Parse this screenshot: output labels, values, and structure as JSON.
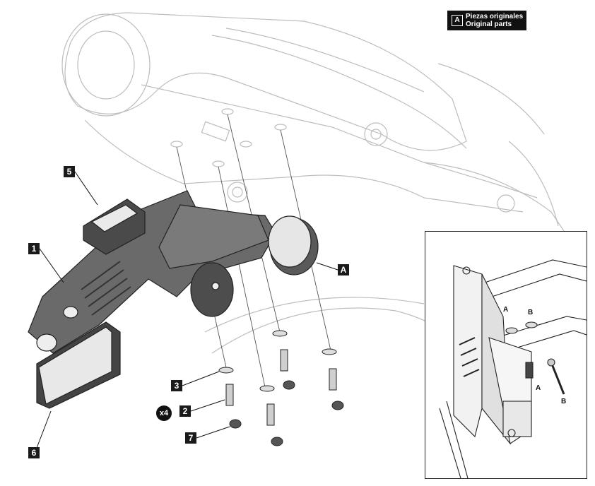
{
  "legend": {
    "key": "A",
    "line1": "Piezas originales",
    "line2": "Original parts"
  },
  "callouts": {
    "c1": "1",
    "c2": "2",
    "c3": "3",
    "c5": "5",
    "c6": "6",
    "c7": "7",
    "cA": "A"
  },
  "quantity": "x4",
  "inset": {
    "labelA_top": "A",
    "labelB_top": "B",
    "labelA_bottom": "A",
    "labelB_bottom": "B"
  }
}
